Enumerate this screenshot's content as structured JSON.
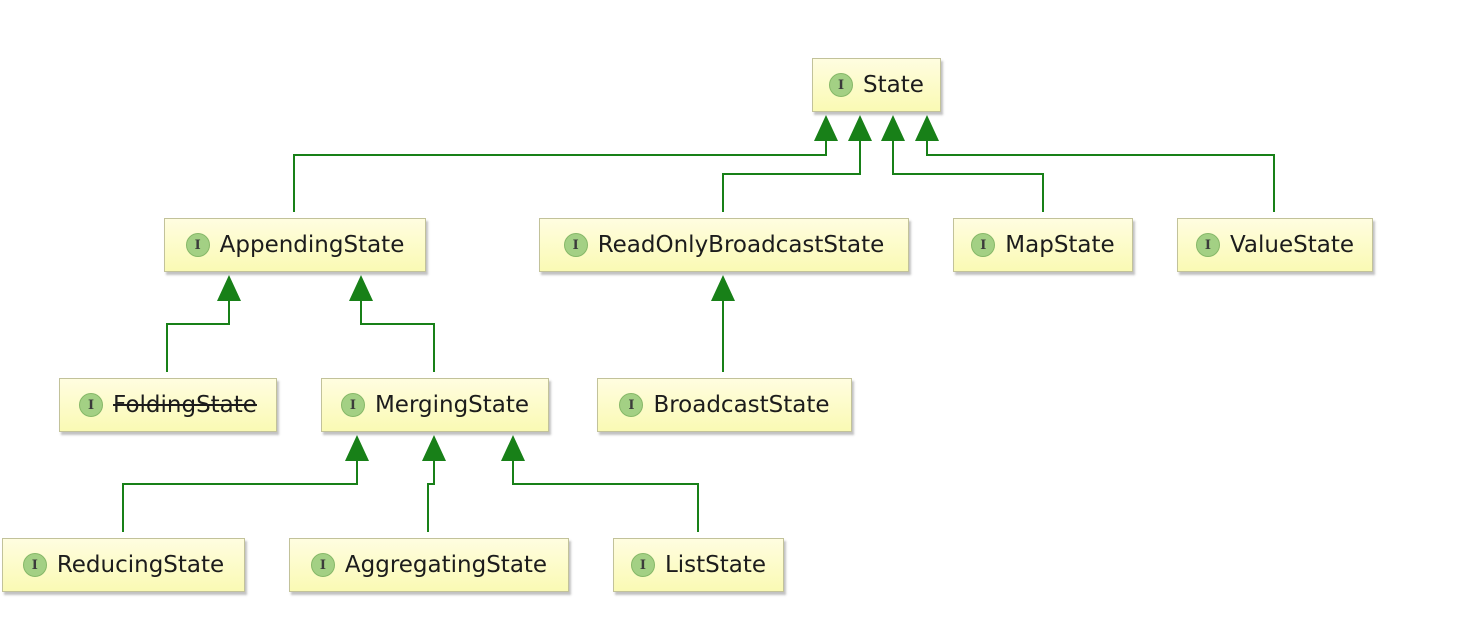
{
  "nodes": {
    "state": {
      "label": "State",
      "badge": "I"
    },
    "appending": {
      "label": "AppendingState",
      "badge": "I"
    },
    "readonly": {
      "label": "ReadOnlyBroadcastState",
      "badge": "I"
    },
    "map": {
      "label": "MapState",
      "badge": "I"
    },
    "value": {
      "label": "ValueState",
      "badge": "I"
    },
    "folding": {
      "label": "FoldingState",
      "badge": "I",
      "deprecated": true
    },
    "merging": {
      "label": "MergingState",
      "badge": "I"
    },
    "broadcast": {
      "label": "BroadcastState",
      "badge": "I"
    },
    "reducing": {
      "label": "ReducingState",
      "badge": "I"
    },
    "aggregating": {
      "label": "AggregatingState",
      "badge": "I"
    },
    "list": {
      "label": "ListState",
      "badge": "I"
    }
  },
  "edges": [
    {
      "child": "appending",
      "parent": "state"
    },
    {
      "child": "readonly",
      "parent": "state"
    },
    {
      "child": "map",
      "parent": "state"
    },
    {
      "child": "value",
      "parent": "state"
    },
    {
      "child": "folding",
      "parent": "appending"
    },
    {
      "child": "merging",
      "parent": "appending"
    },
    {
      "child": "broadcast",
      "parent": "readonly"
    },
    {
      "child": "reducing",
      "parent": "merging"
    },
    {
      "child": "aggregating",
      "parent": "merging"
    },
    {
      "child": "list",
      "parent": "merging"
    }
  ],
  "colors": {
    "edge": "#188018",
    "node_fill": "#fafab4",
    "badge": "#a3d084"
  }
}
